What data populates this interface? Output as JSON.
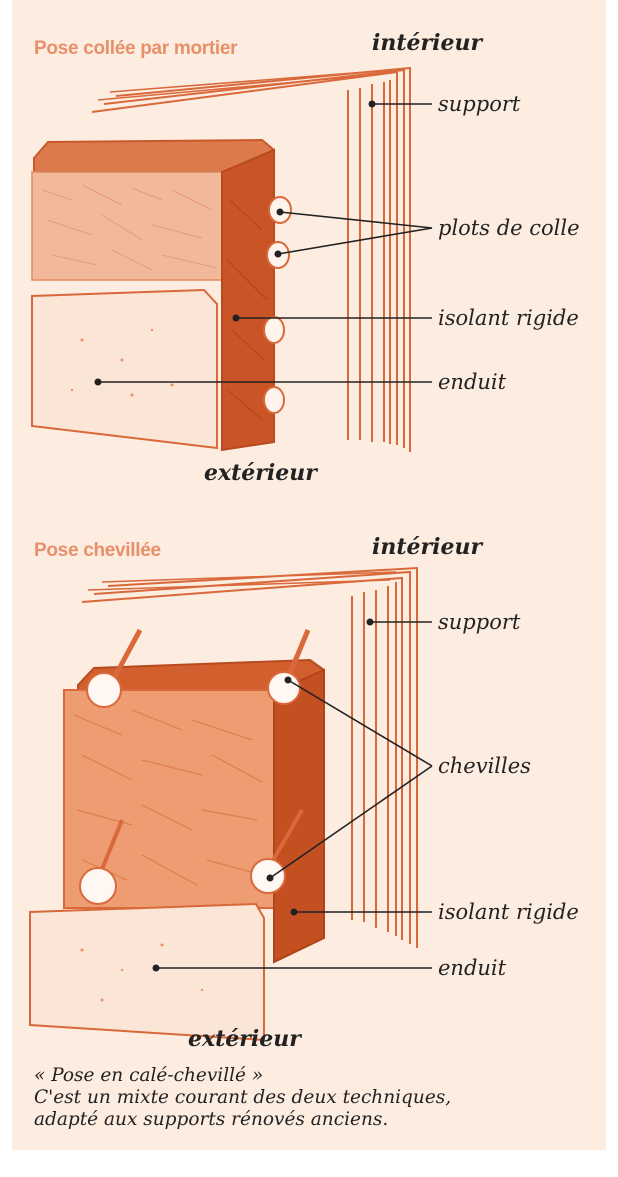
{
  "diagrams": [
    {
      "title": "Pose collée par mortier",
      "interior_label": "intérieur",
      "exterior_label": "extérieur",
      "labels": [
        "support",
        "plots de colle",
        "isolant rigide",
        "enduit"
      ]
    },
    {
      "title": "Pose chevillée",
      "interior_label": "intérieur",
      "exterior_label": "extérieur",
      "labels": [
        "support",
        "chevilles",
        "isolant rigide",
        "enduit"
      ]
    }
  ],
  "caption": {
    "line1": "« Pose en calé-chevillé »",
    "line2": "C'est un mixte courant des deux techniques,",
    "line3": "adapté aux supports rénovés anciens."
  },
  "colors": {
    "background": "#fdece0",
    "heading": "#e8906a",
    "sketch": "#d9683a",
    "sketch_light": "#f0b08e",
    "ink": "#222222"
  }
}
